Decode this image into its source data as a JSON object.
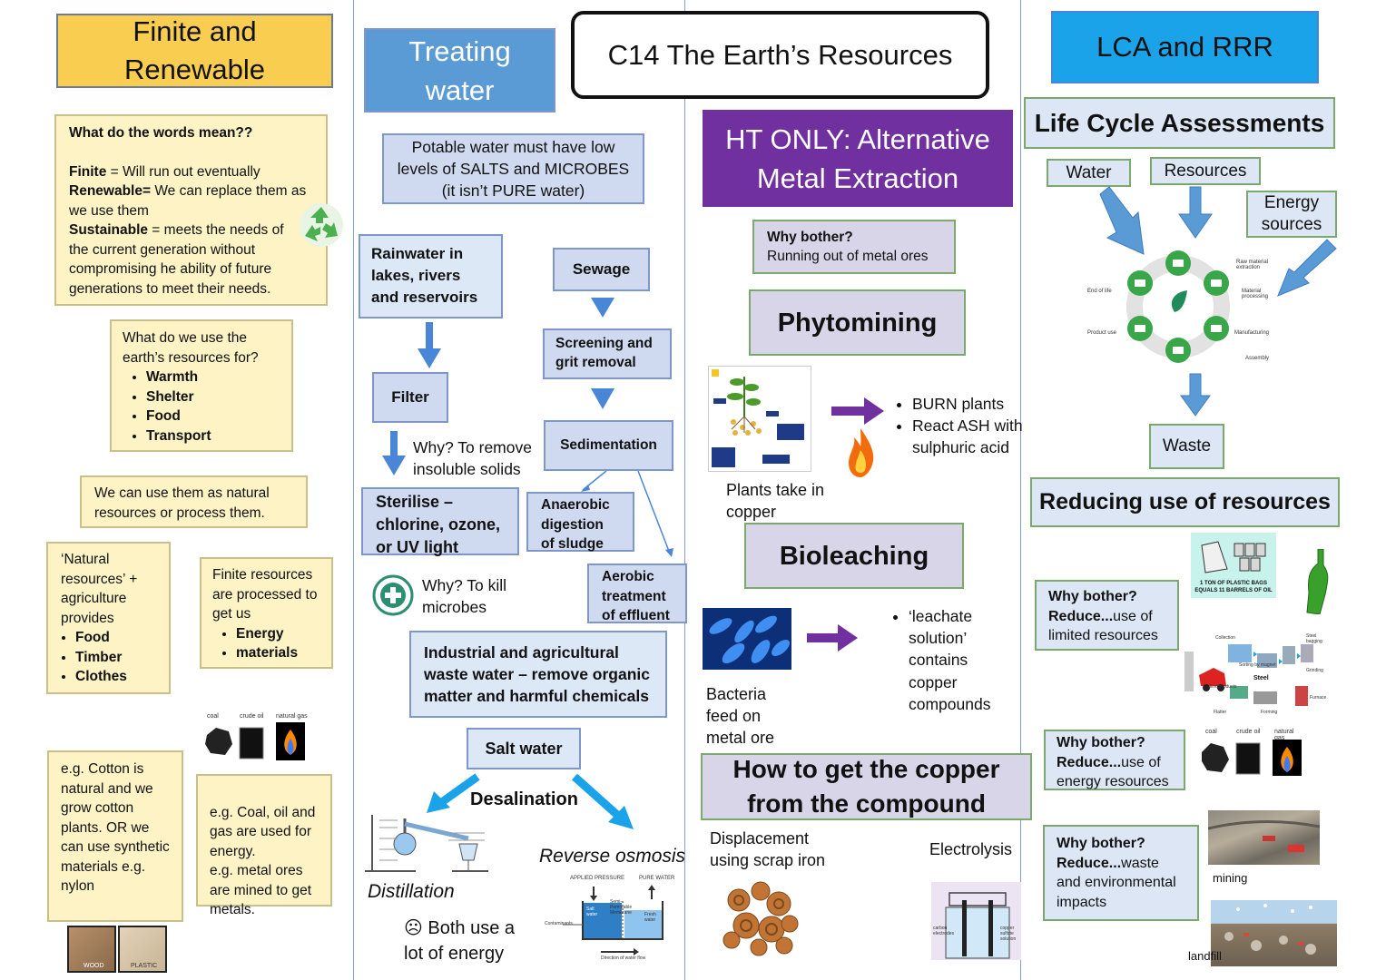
{
  "col1": {
    "title": "Finite and Renewable",
    "meanings": {
      "heading": "What do the words mean??",
      "finite_term": "Finite",
      "finite_def": " = Will run out eventually",
      "renewable_term": "Renewable=",
      "renewable_def": " We can replace them as we use them",
      "sustainable_term": "Sustainable",
      "sustainable_def": " = meets the needs of the current generation without compromising he ability of future generations to meet their needs."
    },
    "uses": {
      "heading": "What do we use the earth’s resources for?",
      "items": [
        "Warmth",
        "Shelter",
        "Food",
        "Transport"
      ]
    },
    "natural_use": "We can use them as natural resources or process them.",
    "natural_resources": {
      "text": "‘Natural resources’ + agriculture provides",
      "items": [
        "Food",
        "Timber",
        "Clothes"
      ]
    },
    "finite_processed": {
      "text": "Finite resources are processed to get us",
      "items": [
        "Energy",
        "materials"
      ]
    },
    "fuel_labels": [
      "coal",
      "crude oil",
      "natural gas"
    ],
    "cotton_example": "e.g. Cotton is natural and we grow cotton plants.  OR we can use synthetic materials e.g. nylon",
    "coal_example": "e.g. Coal, oil and gas are used for energy.\ne.g. metal ores are mined to get metals.",
    "wood_labels": [
      "WOOD",
      "PLASTIC"
    ]
  },
  "col2": {
    "title": "Treating water",
    "potable": "Potable water must have low levels of SALTS and MICROBES (it isn’t PURE water)",
    "rainwater": "Rainwater in lakes, rivers and reservoirs",
    "sewage": "Sewage",
    "screening": "Screening and grit removal",
    "filter": "Filter",
    "why_filter": "Why? To remove insoluble solids",
    "sedimentation": "Sedimentation",
    "sterilise": "Sterilise – chlorine, ozone, or UV light",
    "anaerobic": "Anaerobic digestion of sludge",
    "aerobic": "Aerobic treatment of effluent",
    "why_kill": "Why? To kill microbes",
    "industrial": "Industrial and agricultural waste water – remove organic matter and harmful chemicals",
    "salt_water": "Salt water",
    "desalination": "Desalination",
    "reverse_osmosis": "Reverse osmosis",
    "distillation": "Distillation",
    "energy_note": "☹ Both use a lot of energy",
    "ro_labels": [
      "APPLIED PRESSURE",
      "PURE WATER",
      "Salt water",
      "Semi-Permeable Membrane",
      "Fresh water",
      "Contaminants",
      "Direction of water flow"
    ]
  },
  "col3": {
    "main_title": "C14 The Earth’s Resources",
    "ht_title": "HT ONLY: Alternative Metal Extraction",
    "why_bother": "Why bother?",
    "why_bother_text": "Running out of metal ores",
    "phytomining": "Phytomining",
    "plants_take": "Plants take in copper",
    "phyto_steps": [
      "BURN plants",
      "React ASH with sulphuric acid"
    ],
    "bioleaching": "Bioleaching",
    "bacteria": "Bacteria feed on metal ore",
    "leachate": [
      "‘leachate solution’ contains copper compounds"
    ],
    "how_copper": "How to get the copper from the compound",
    "displacement": "Displacement using scrap iron",
    "electrolysis": "Electrolysis",
    "electro_labels": [
      "carbon electrodes",
      "copper sulfate solution"
    ]
  },
  "col4": {
    "title": "LCA and RRR",
    "lca_title": "Life Cycle Assessments",
    "water": "Water",
    "resources": "Resources",
    "energy_sources": "Energy sources",
    "waste": "Waste",
    "cycle_labels": [
      "Raw material extraction",
      "Material processing",
      "Manufacturing",
      "Assembly",
      "Product use",
      "End of life"
    ],
    "reducing_title": "Reducing use of resources",
    "reduce1_q": "Why bother?",
    "reduce1_a": "Reduce...",
    "reduce1_b": "use of limited resources",
    "bags_text": "1 TON OF PLASTIC BAGS EQUALS 11 BARRELS OF OIL",
    "recycle_labels": [
      "Collection",
      "Sorting by magnet",
      "Steel",
      "End products",
      "Grinding",
      "Furnace",
      "Flatter",
      "Forming",
      "Steel bagging"
    ],
    "reduce2_q": "Why bother?",
    "reduce2_a": "Reduce...",
    "reduce2_b": "use of energy resources",
    "fuel_labels": [
      "coal",
      "crude oil",
      "natural gas"
    ],
    "reduce3_q": "Why bother?",
    "reduce3_a": "Reduce...",
    "reduce3_b": "waste and environmental impacts",
    "mining": "mining",
    "landfill": "landfill"
  },
  "colors": {
    "yellow_title": "#f8cd50",
    "blue_title": "#5b9bd5",
    "purple": "#7030a0",
    "cyan_title": "#1aa3e8",
    "arrow_blue": "#4a86d8",
    "arrow_purple": "#7030a0"
  }
}
